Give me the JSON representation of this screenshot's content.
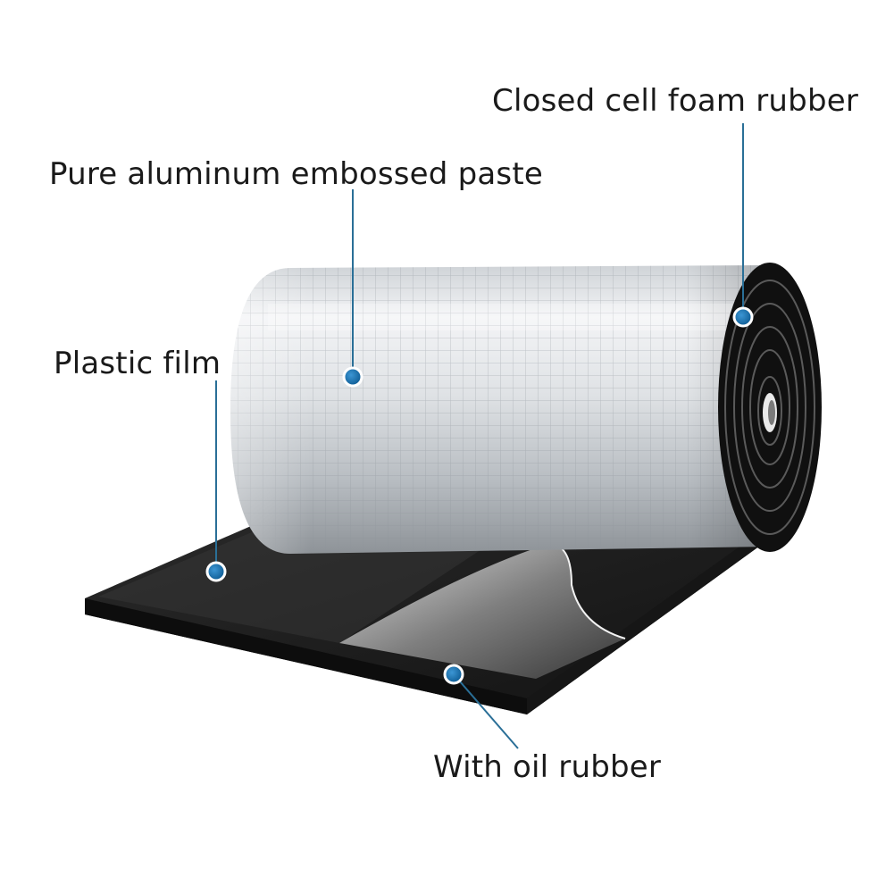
{
  "labels": {
    "closed_cell": "Closed cell foam rubber",
    "aluminum": "Pure aluminum embossed paste",
    "plastic_film": "Plastic film",
    "oil_rubber": "With oil rubber"
  },
  "colors": {
    "background": "#ffffff",
    "text": "#1a1a1a",
    "callout_line": "#2a6f97",
    "callout_dot": "#1f6fa8",
    "foam_black": "#1b1b1b",
    "aluminum_light": "#e9ecef",
    "aluminum_mid": "#b9bec4"
  }
}
